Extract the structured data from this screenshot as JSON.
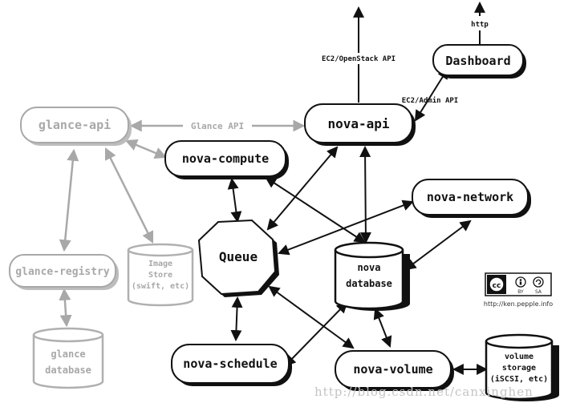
{
  "nodes": {
    "glance_api": "glance-api",
    "glance_registry": "glance-registry",
    "nova_api": "nova-api",
    "nova_compute": "nova-compute",
    "nova_network": "nova-network",
    "queue": "Queue",
    "nova_schedule": "nova-schedule",
    "nova_volume": "nova-volume",
    "dashboard": "Dashboard"
  },
  "stores": {
    "image_store": [
      "Image",
      "Store",
      "(swift, etc)"
    ],
    "glance_database": [
      "glance",
      "database"
    ],
    "nova_database": [
      "nova",
      "database"
    ],
    "volume_storage": [
      "volume",
      "storage",
      "(iSCSI, etc)"
    ]
  },
  "edge_labels": {
    "http": "http",
    "ec2_openstack_api": "EC2/OpenStack API",
    "ec2_admin_api": "EC2/Admin API",
    "glance_api": "Glance API"
  },
  "license": {
    "cc_text": "cc",
    "by": "BY",
    "sa": "SA",
    "url": "http://ken.pepple.info"
  },
  "watermark": "http://blog.csdn.net/canxinghen",
  "colors": {
    "dark": "#111111",
    "grey": "#a8a8a8"
  }
}
